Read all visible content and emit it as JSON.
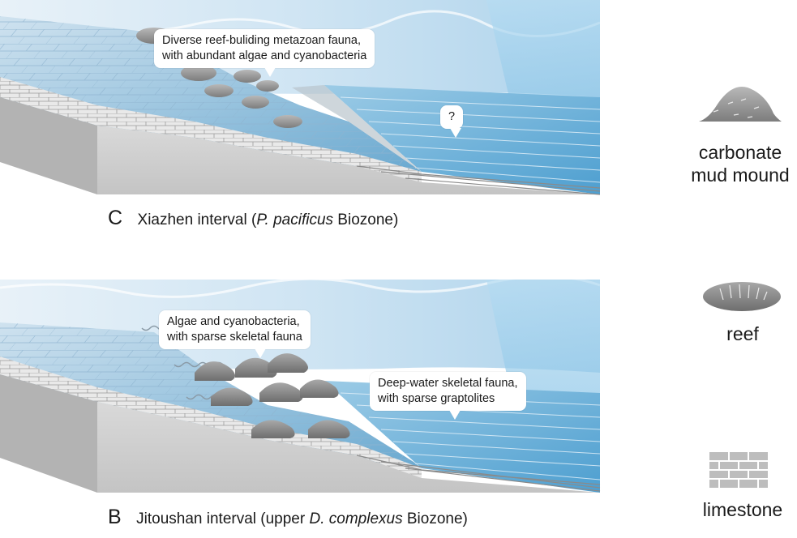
{
  "panels": [
    {
      "id": "C",
      "letter": "C",
      "caption_prefix": "Xiazhen interval (",
      "caption_italic": "P. pacificus",
      "caption_suffix": " Biozone)",
      "callouts": [
        {
          "lines": [
            "Diverse reef-buliding metazoan fauna,",
            "with abundant algae and cyanobacteria"
          ]
        },
        {
          "lines": [
            "?"
          ]
        }
      ]
    },
    {
      "id": "B",
      "letter": "B",
      "caption_prefix": "Jitoushan interval (upper ",
      "caption_italic": "D. complexus",
      "caption_suffix": " Biozone)",
      "callouts": [
        {
          "lines": [
            "Algae and cyanobacteria,",
            "with sparse skeletal fauna"
          ]
        },
        {
          "lines": [
            "Deep-water skeletal fauna,",
            "with sparse graptolites"
          ]
        }
      ]
    }
  ],
  "legend": [
    {
      "icon": "carbonate-mud-mound-icon",
      "lines": [
        "carbonate",
        "mud mound"
      ]
    },
    {
      "icon": "reef-icon",
      "lines": [
        "reef"
      ]
    },
    {
      "icon": "limestone-icon",
      "lines": [
        "limestone"
      ]
    }
  ],
  "colors": {
    "water_light": "#d3e7f4",
    "water_deep": "#7cbde2",
    "rock_grey": "#cfcfcf",
    "rock_dark": "#8a8a8a",
    "mound_grey": "#9a9a9a"
  }
}
